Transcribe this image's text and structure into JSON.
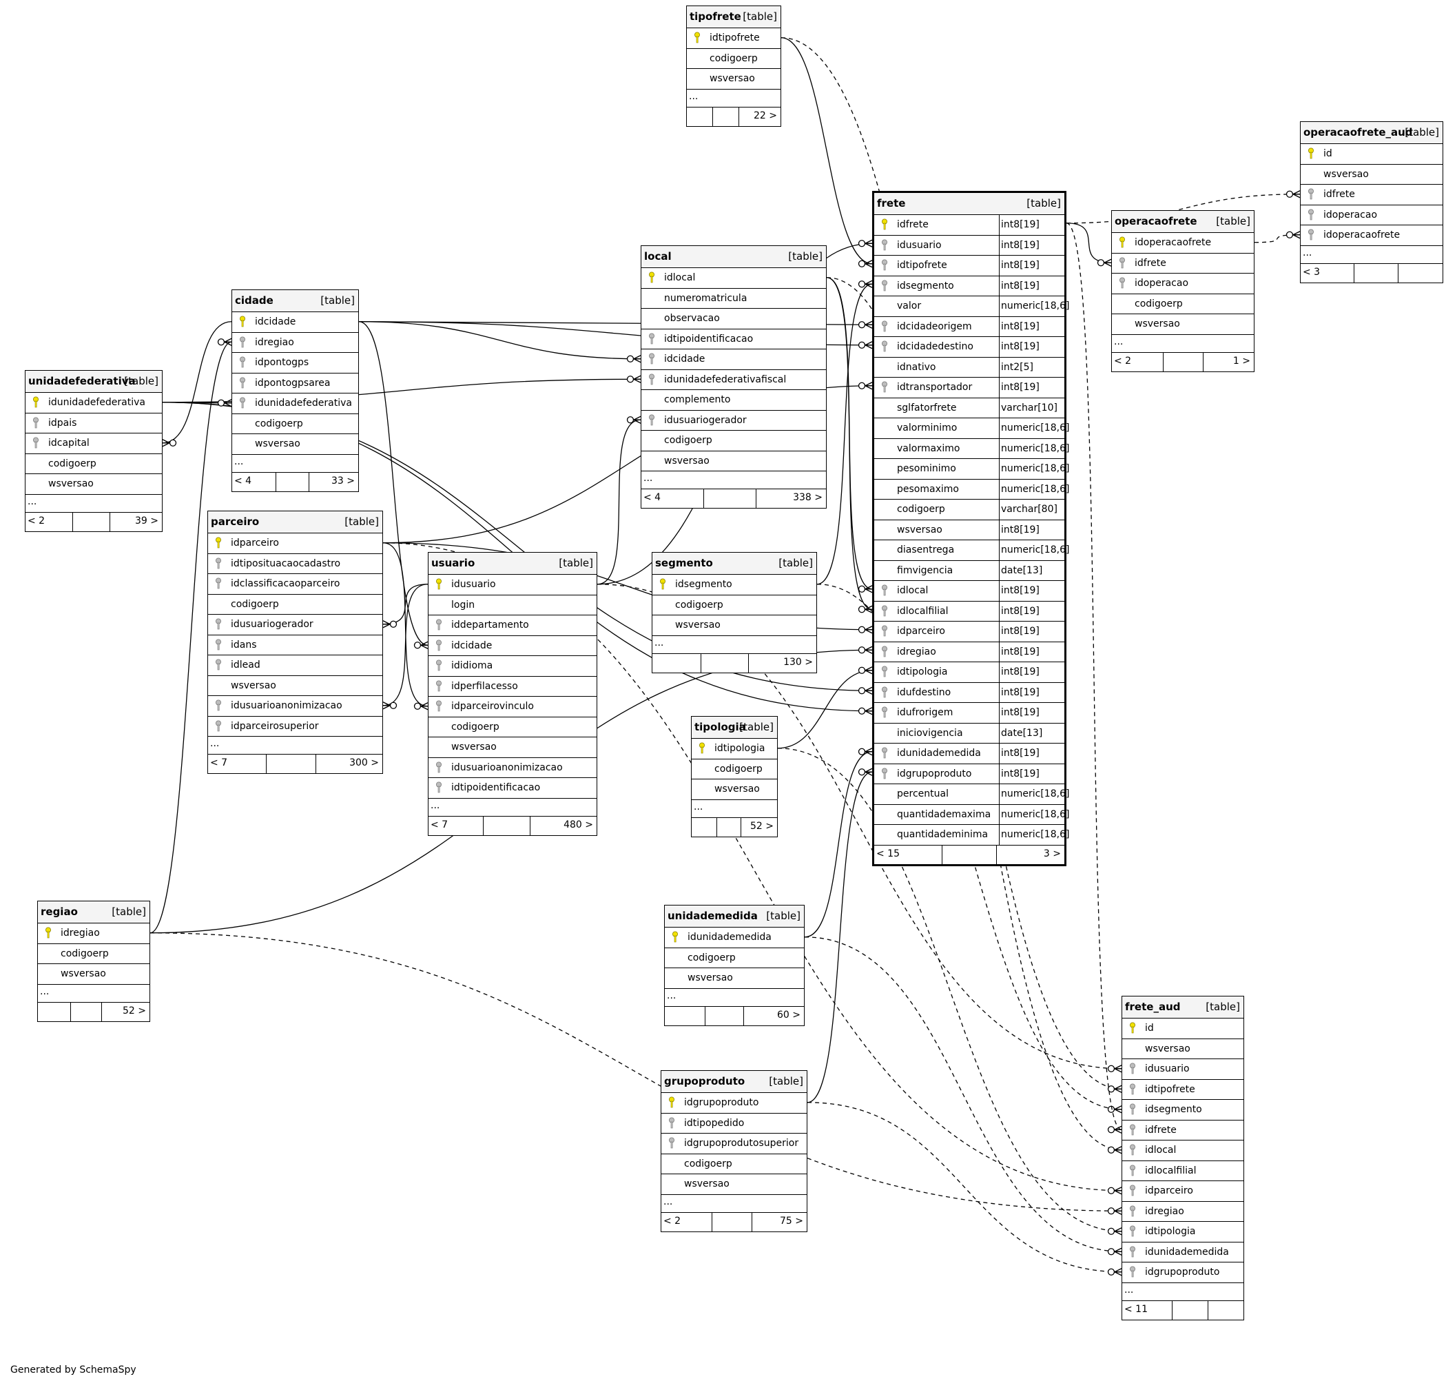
{
  "credit": "Generated by SchemaSpy",
  "tables": [
    {
      "name": "tipofrete",
      "tag": "[table]",
      "columns": [
        {
          "name": "idtipofrete",
          "key": "pk"
        },
        {
          "name": "codigoerp"
        },
        {
          "name": "wsversao"
        }
      ],
      "ellipsis": "...",
      "footer_left": "",
      "footer_right": "22 >"
    },
    {
      "name": "operacaofrete_aud",
      "tag": "[table]",
      "columns": [
        {
          "name": "id",
          "key": "pk"
        },
        {
          "name": "wsversao"
        },
        {
          "name": "idfrete",
          "key": "fk"
        },
        {
          "name": "idoperacao",
          "key": "fk"
        },
        {
          "name": "idoperacaofrete",
          "key": "fk"
        }
      ],
      "ellipsis": "...",
      "footer_left": "< 3",
      "footer_right": ""
    },
    {
      "name": "frete",
      "tag": "[table]",
      "columns": [
        {
          "name": "idfrete",
          "type": "int8[19]",
          "key": "pk"
        },
        {
          "name": "idusuario",
          "type": "int8[19]",
          "key": "fk"
        },
        {
          "name": "idtipofrete",
          "type": "int8[19]",
          "key": "fk"
        },
        {
          "name": "idsegmento",
          "type": "int8[19]",
          "key": "fk"
        },
        {
          "name": "valor",
          "type": "numeric[18,6]"
        },
        {
          "name": "idcidadeorigem",
          "type": "int8[19]",
          "key": "fk"
        },
        {
          "name": "idcidadedestino",
          "type": "int8[19]",
          "key": "fk"
        },
        {
          "name": "idnativo",
          "type": "int2[5]"
        },
        {
          "name": "idtransportador",
          "type": "int8[19]",
          "key": "fk"
        },
        {
          "name": "sglfatorfrete",
          "type": "varchar[10]"
        },
        {
          "name": "valorminimo",
          "type": "numeric[18,6]"
        },
        {
          "name": "valormaximo",
          "type": "numeric[18,6]"
        },
        {
          "name": "pesominimo",
          "type": "numeric[18,6]"
        },
        {
          "name": "pesomaximo",
          "type": "numeric[18,6]"
        },
        {
          "name": "codigoerp",
          "type": "varchar[80]"
        },
        {
          "name": "wsversao",
          "type": "int8[19]"
        },
        {
          "name": "diasentrega",
          "type": "numeric[18,6]"
        },
        {
          "name": "fimvigencia",
          "type": "date[13]"
        },
        {
          "name": "idlocal",
          "type": "int8[19]",
          "key": "fk"
        },
        {
          "name": "idlocalfilial",
          "type": "int8[19]",
          "key": "fk"
        },
        {
          "name": "idparceiro",
          "type": "int8[19]",
          "key": "fk"
        },
        {
          "name": "idregiao",
          "type": "int8[19]",
          "key": "fk"
        },
        {
          "name": "idtipologia",
          "type": "int8[19]",
          "key": "fk"
        },
        {
          "name": "idufdestino",
          "type": "int8[19]",
          "key": "fk"
        },
        {
          "name": "idufrorigem",
          "type": "int8[19]",
          "key": "fk"
        },
        {
          "name": "iniciovigencia",
          "type": "date[13]"
        },
        {
          "name": "idunidademedida",
          "type": "int8[19]",
          "key": "fk"
        },
        {
          "name": "idgrupoproduto",
          "type": "int8[19]",
          "key": "fk"
        },
        {
          "name": "percentual",
          "type": "numeric[18,6]"
        },
        {
          "name": "quantidademaxima",
          "type": "numeric[18,6]"
        },
        {
          "name": "quantidademinima",
          "type": "numeric[18,6]"
        }
      ],
      "ellipsis": null,
      "footer_left": "< 15",
      "footer_right": "3 >"
    },
    {
      "name": "operacaofrete",
      "tag": "[table]",
      "columns": [
        {
          "name": "idoperacaofrete",
          "key": "pk"
        },
        {
          "name": "idfrete",
          "key": "fk"
        },
        {
          "name": "idoperacao",
          "key": "fk"
        },
        {
          "name": "codigoerp"
        },
        {
          "name": "wsversao"
        }
      ],
      "ellipsis": "...",
      "footer_left": "< 2",
      "footer_right": "1 >"
    },
    {
      "name": "local",
      "tag": "[table]",
      "columns": [
        {
          "name": "idlocal",
          "key": "pk"
        },
        {
          "name": "numeromatricula"
        },
        {
          "name": "observacao"
        },
        {
          "name": "idtipoidentificacao",
          "key": "fk"
        },
        {
          "name": "idcidade",
          "key": "fk"
        },
        {
          "name": "idunidadefederativafiscal",
          "key": "fk"
        },
        {
          "name": "complemento"
        },
        {
          "name": "idusuariogerador",
          "key": "fk"
        },
        {
          "name": "codigoerp"
        },
        {
          "name": "wsversao"
        }
      ],
      "ellipsis": "...",
      "footer_left": "< 4",
      "footer_right": "338 >"
    },
    {
      "name": "cidade",
      "tag": "[table]",
      "columns": [
        {
          "name": "idcidade",
          "key": "pk"
        },
        {
          "name": "idregiao",
          "key": "fk"
        },
        {
          "name": "idpontogps",
          "key": "fk"
        },
        {
          "name": "idpontogpsarea",
          "key": "fk"
        },
        {
          "name": "idunidadefederativa",
          "key": "fk"
        },
        {
          "name": "codigoerp"
        },
        {
          "name": "wsversao"
        }
      ],
      "ellipsis": "...",
      "footer_left": "< 4",
      "footer_right": "33 >"
    },
    {
      "name": "unidadefederativa",
      "tag": "[table]",
      "columns": [
        {
          "name": "idunidadefederativa",
          "key": "pk"
        },
        {
          "name": "idpais",
          "key": "fk"
        },
        {
          "name": "idcapital",
          "key": "fk"
        },
        {
          "name": "codigoerp"
        },
        {
          "name": "wsversao"
        }
      ],
      "ellipsis": "...",
      "footer_left": "< 2",
      "footer_right": "39 >"
    },
    {
      "name": "parceiro",
      "tag": "[table]",
      "columns": [
        {
          "name": "idparceiro",
          "key": "pk"
        },
        {
          "name": "idtiposituacaocadastro",
          "key": "fk"
        },
        {
          "name": "idclassificacaoparceiro",
          "key": "fk"
        },
        {
          "name": "codigoerp"
        },
        {
          "name": "idusuariogerador",
          "key": "fk"
        },
        {
          "name": "idans",
          "key": "fk"
        },
        {
          "name": "idlead",
          "key": "fk"
        },
        {
          "name": "wsversao"
        },
        {
          "name": "idusuarioanonimizacao",
          "key": "fk"
        },
        {
          "name": "idparceirosuperior",
          "key": "fk"
        }
      ],
      "ellipsis": "...",
      "footer_left": "< 7",
      "footer_right": "300 >"
    },
    {
      "name": "usuario",
      "tag": "[table]",
      "columns": [
        {
          "name": "idusuario",
          "key": "pk"
        },
        {
          "name": "login"
        },
        {
          "name": "iddepartamento",
          "key": "fk"
        },
        {
          "name": "idcidade",
          "key": "fk"
        },
        {
          "name": "ididioma",
          "key": "fk"
        },
        {
          "name": "idperfilacesso",
          "key": "fk"
        },
        {
          "name": "idparceirovinculo",
          "key": "fk"
        },
        {
          "name": "codigoerp"
        },
        {
          "name": "wsversao"
        },
        {
          "name": "idusuarioanonimizacao",
          "key": "fk"
        },
        {
          "name": "idtipoidentificacao",
          "key": "fk"
        }
      ],
      "ellipsis": "...",
      "footer_left": "< 7",
      "footer_right": "480 >"
    },
    {
      "name": "segmento",
      "tag": "[table]",
      "columns": [
        {
          "name": "idsegmento",
          "key": "pk"
        },
        {
          "name": "codigoerp"
        },
        {
          "name": "wsversao"
        }
      ],
      "ellipsis": "...",
      "footer_left": "",
      "footer_right": "130 >"
    },
    {
      "name": "tipologia",
      "tag": "[table]",
      "columns": [
        {
          "name": "idtipologia",
          "key": "pk"
        },
        {
          "name": "codigoerp"
        },
        {
          "name": "wsversao"
        }
      ],
      "ellipsis": "...",
      "footer_left": "",
      "footer_right": "52 >"
    },
    {
      "name": "regiao",
      "tag": "[table]",
      "columns": [
        {
          "name": "idregiao",
          "key": "pk"
        },
        {
          "name": "codigoerp"
        },
        {
          "name": "wsversao"
        }
      ],
      "ellipsis": "...",
      "footer_left": "",
      "footer_right": "52 >"
    },
    {
      "name": "unidademedida",
      "tag": "[table]",
      "columns": [
        {
          "name": "idunidademedida",
          "key": "pk"
        },
        {
          "name": "codigoerp"
        },
        {
          "name": "wsversao"
        }
      ],
      "ellipsis": "...",
      "footer_left": "",
      "footer_right": "60 >"
    },
    {
      "name": "grupoproduto",
      "tag": "[table]",
      "columns": [
        {
          "name": "idgrupoproduto",
          "key": "pk"
        },
        {
          "name": "idtipopedido",
          "key": "fk"
        },
        {
          "name": "idgrupoprodutosuperior",
          "key": "fk"
        },
        {
          "name": "codigoerp"
        },
        {
          "name": "wsversao"
        }
      ],
      "ellipsis": "...",
      "footer_left": "< 2",
      "footer_right": "75 >"
    },
    {
      "name": "frete_aud",
      "tag": "[table]",
      "columns": [
        {
          "name": "id",
          "key": "pk"
        },
        {
          "name": "wsversao"
        },
        {
          "name": "idusuario",
          "key": "fk"
        },
        {
          "name": "idtipofrete",
          "key": "fk"
        },
        {
          "name": "idsegmento",
          "key": "fk"
        },
        {
          "name": "idfrete",
          "key": "fk"
        },
        {
          "name": "idlocal",
          "key": "fk"
        },
        {
          "name": "idlocalfilial",
          "key": "fk"
        },
        {
          "name": "idparceiro",
          "key": "fk"
        },
        {
          "name": "idregiao",
          "key": "fk"
        },
        {
          "name": "idtipologia",
          "key": "fk"
        },
        {
          "name": "idunidademedida",
          "key": "fk"
        },
        {
          "name": "idgrupoproduto",
          "key": "fk"
        }
      ],
      "ellipsis": "...",
      "footer_left": "< 11",
      "footer_right": ""
    }
  ]
}
